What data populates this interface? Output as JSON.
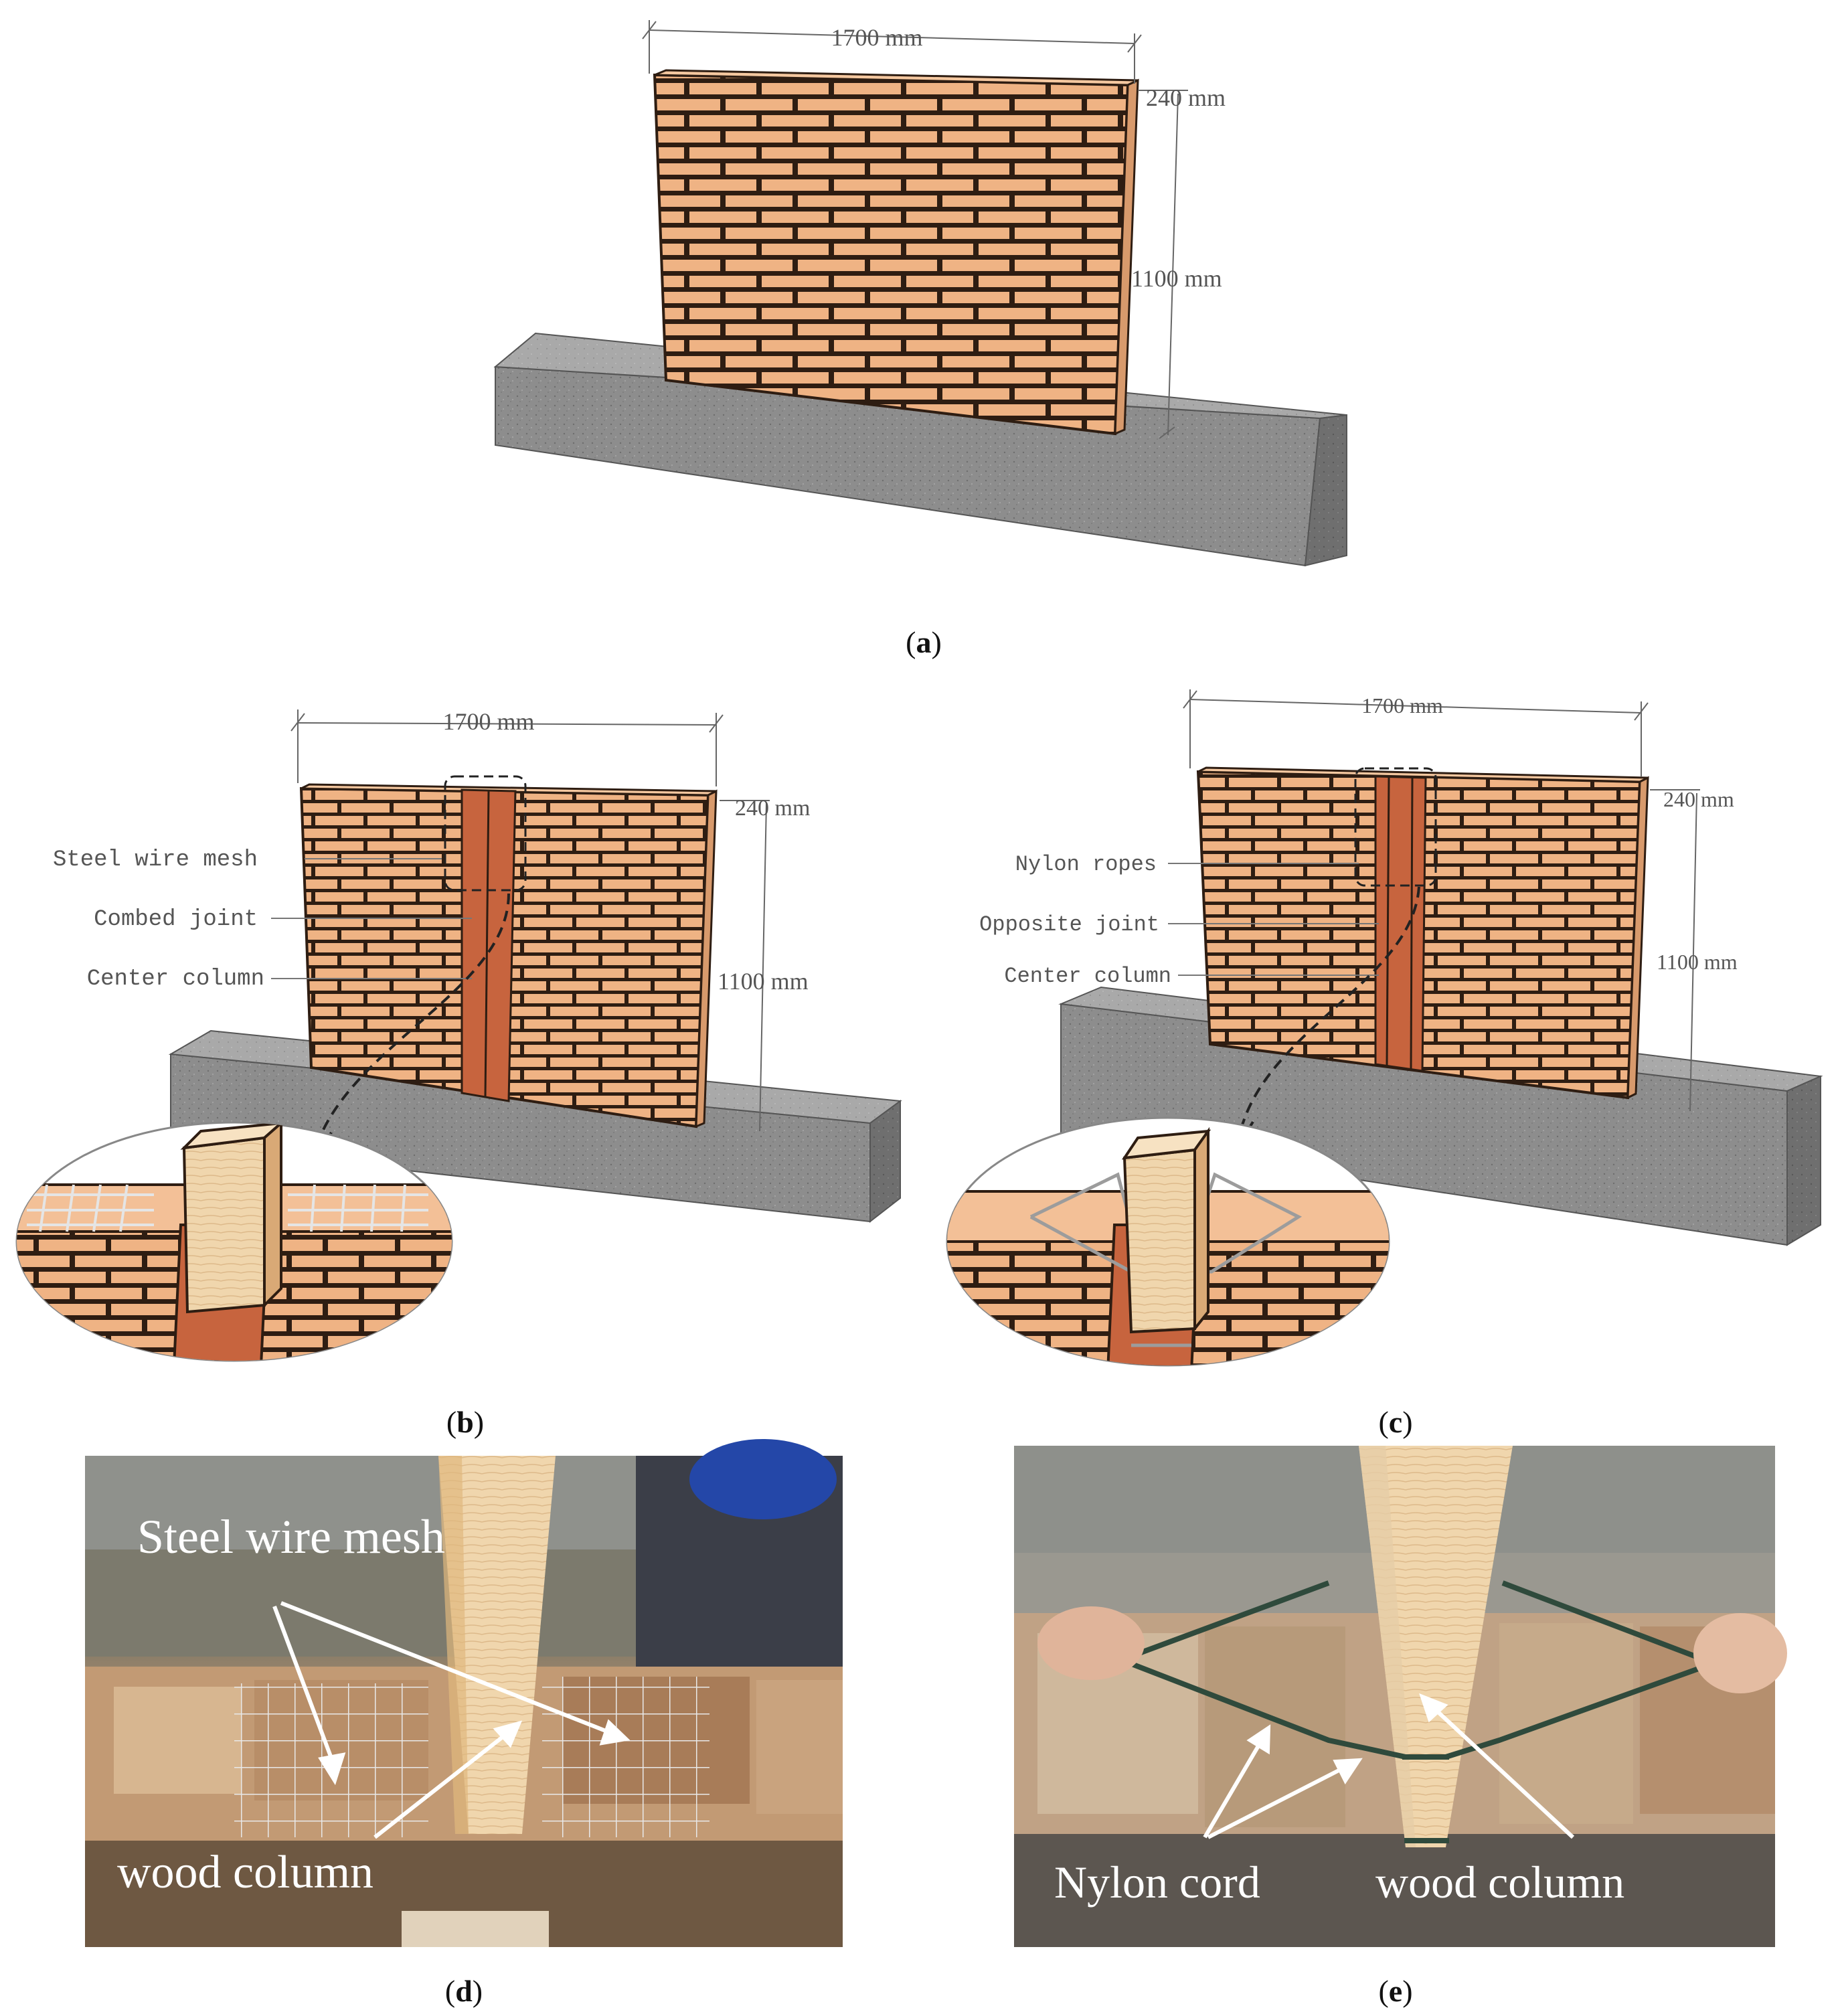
{
  "panel_a": {
    "caption": "a",
    "dim_width": "1700 mm",
    "dim_thickness": "240 mm",
    "dim_height": "1100 mm"
  },
  "panel_b": {
    "caption": "b",
    "dim_width": "1700 mm",
    "dim_thickness": "240 mm",
    "dim_height": "1100 mm",
    "labels": [
      "Steel wire mesh",
      "Combed joint",
      "Center column"
    ]
  },
  "panel_c": {
    "caption": "c",
    "dim_width": "1700 mm",
    "dim_thickness": "240 mm",
    "dim_height": "1100 mm",
    "labels": [
      "Nylon ropes",
      "Opposite joint",
      "Center column"
    ]
  },
  "panel_d": {
    "caption": "d",
    "label_mesh": "Steel wire mesh",
    "label_column": "wood column"
  },
  "panel_e": {
    "caption": "e",
    "label_cord": "Nylon cord",
    "label_column": "wood column"
  },
  "colors": {
    "brick": "#efb384",
    "mortar": "#2e1d12",
    "column": "#c7643e",
    "concrete": "#8a8a8a",
    "wood": "#f0d9b5"
  }
}
